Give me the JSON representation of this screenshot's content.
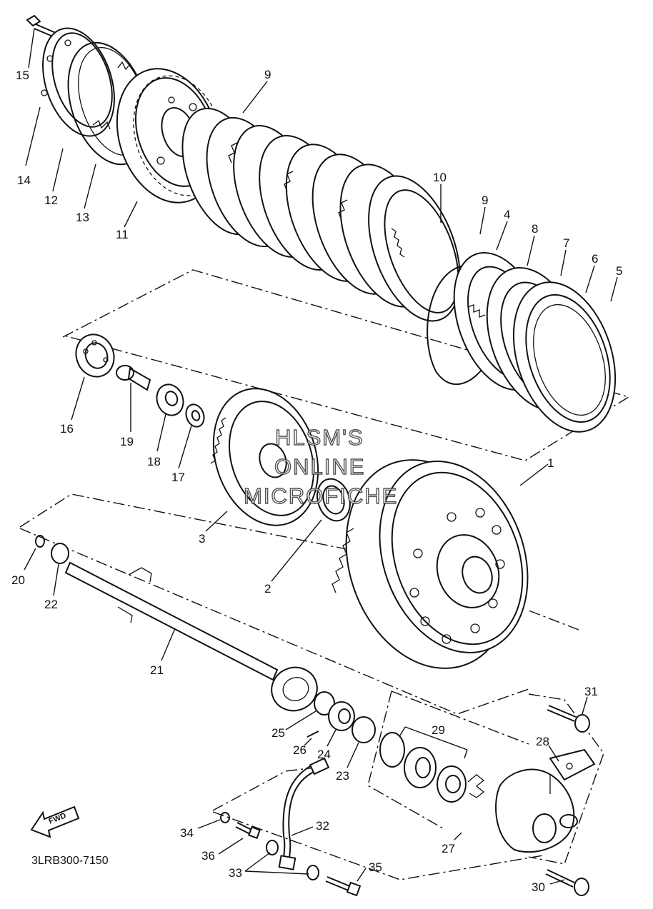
{
  "diagram_code": "3LRB300-7150",
  "watermark": [
    "HLSM'S",
    "ONLINE",
    "MICROFICHE"
  ],
  "fwd_label": "FWD",
  "callouts": [
    {
      "id": "c1",
      "label": "1"
    },
    {
      "id": "c2",
      "label": "2"
    },
    {
      "id": "c3",
      "label": "3"
    },
    {
      "id": "c4",
      "label": "4"
    },
    {
      "id": "c5",
      "label": "5"
    },
    {
      "id": "c6",
      "label": "6"
    },
    {
      "id": "c7",
      "label": "7"
    },
    {
      "id": "c8",
      "label": "8"
    },
    {
      "id": "c9a",
      "label": "9"
    },
    {
      "id": "c9b",
      "label": "9"
    },
    {
      "id": "c10",
      "label": "10"
    },
    {
      "id": "c11",
      "label": "11"
    },
    {
      "id": "c12",
      "label": "12"
    },
    {
      "id": "c13",
      "label": "13"
    },
    {
      "id": "c14",
      "label": "14"
    },
    {
      "id": "c15",
      "label": "15"
    },
    {
      "id": "c16",
      "label": "16"
    },
    {
      "id": "c17",
      "label": "17"
    },
    {
      "id": "c18",
      "label": "18"
    },
    {
      "id": "c19",
      "label": "19"
    },
    {
      "id": "c20",
      "label": "20"
    },
    {
      "id": "c21",
      "label": "21"
    },
    {
      "id": "c22",
      "label": "22"
    },
    {
      "id": "c23",
      "label": "23"
    },
    {
      "id": "c24",
      "label": "24"
    },
    {
      "id": "c25",
      "label": "25"
    },
    {
      "id": "c26",
      "label": "26"
    },
    {
      "id": "c27",
      "label": "27"
    },
    {
      "id": "c28",
      "label": "28"
    },
    {
      "id": "c29",
      "label": "29"
    },
    {
      "id": "c30",
      "label": "30"
    },
    {
      "id": "c31",
      "label": "31"
    },
    {
      "id": "c32",
      "label": "32"
    },
    {
      "id": "c33",
      "label": "33"
    },
    {
      "id": "c34",
      "label": "34"
    },
    {
      "id": "c35",
      "label": "35"
    },
    {
      "id": "c36",
      "label": "36"
    }
  ]
}
